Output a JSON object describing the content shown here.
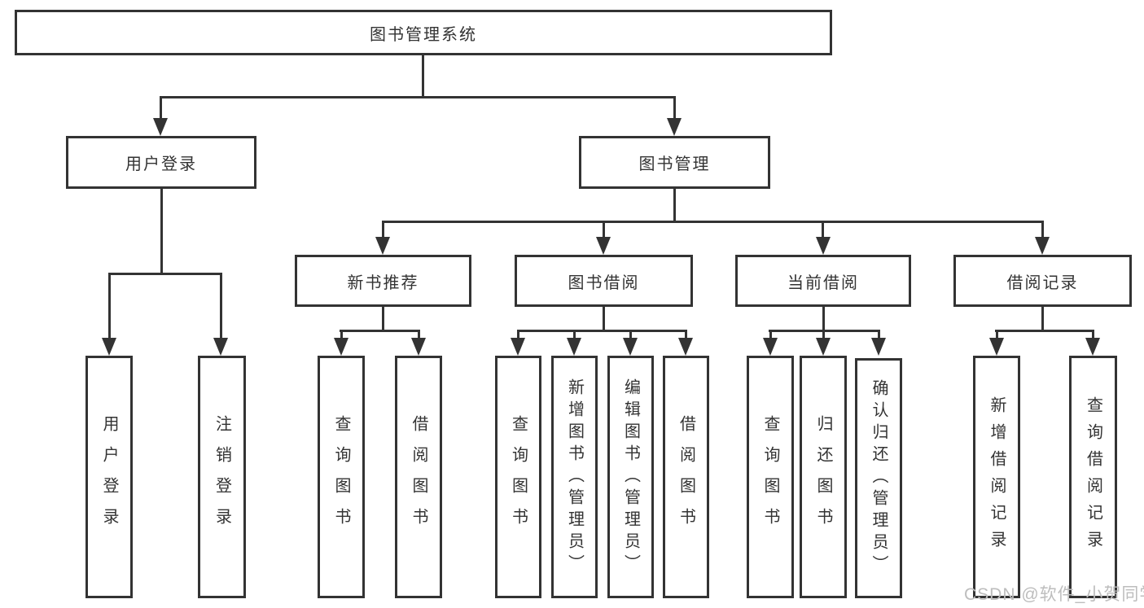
{
  "tree": {
    "root": "图书管理系统",
    "branches": [
      {
        "label": "用户登录",
        "children": [
          "用户登录",
          "注销登录"
        ]
      },
      {
        "label": "图书管理",
        "groups": [
          {
            "label": "新书推荐",
            "children": [
              "查询图书",
              "借阅图书"
            ]
          },
          {
            "label": "图书借阅",
            "children": [
              "查询图书",
              "新增图书（管理员）",
              "编辑图书（管理员）",
              "借阅图书"
            ]
          },
          {
            "label": "当前借阅",
            "children": [
              "查询图书",
              "归还图书",
              "确认归还（管理员）"
            ]
          },
          {
            "label": "借阅记录",
            "children": [
              "新增借阅记录",
              "查询借阅记录"
            ]
          }
        ]
      }
    ]
  },
  "watermark": "CSDN @软件_小贺同学",
  "colors": {
    "line": "#333333",
    "text": "#333333",
    "watermark": "#bdbdbd",
    "background": "#ffffff"
  }
}
